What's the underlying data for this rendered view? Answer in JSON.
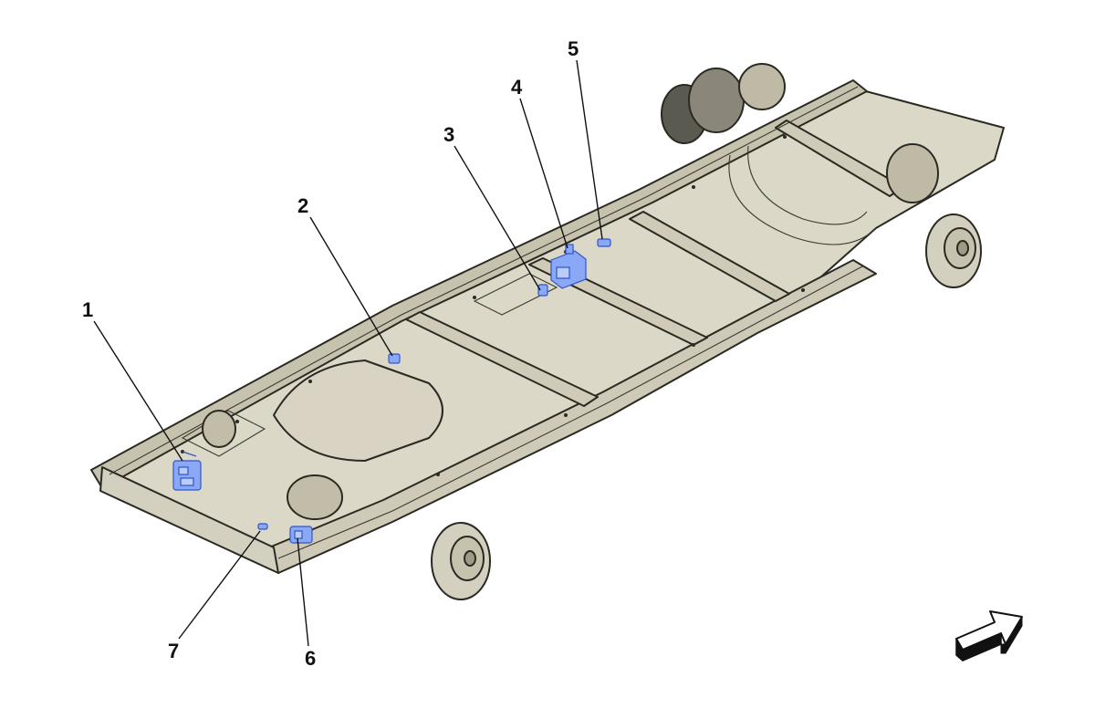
{
  "diagram": {
    "colors": {
      "frame_fill": "#dcd8c8",
      "frame_shade": "#c7c2ae",
      "outline": "#2a2a22",
      "highlight": "#8aa8f5",
      "background": "#ffffff"
    },
    "callouts": [
      {
        "id": "1",
        "label": "1"
      },
      {
        "id": "2",
        "label": "2"
      },
      {
        "id": "3",
        "label": "3"
      },
      {
        "id": "4",
        "label": "4"
      },
      {
        "id": "5",
        "label": "5"
      },
      {
        "id": "6",
        "label": "6"
      },
      {
        "id": "7",
        "label": "7"
      }
    ],
    "icons": {
      "direction": "forward-direction-arrow-icon"
    }
  }
}
